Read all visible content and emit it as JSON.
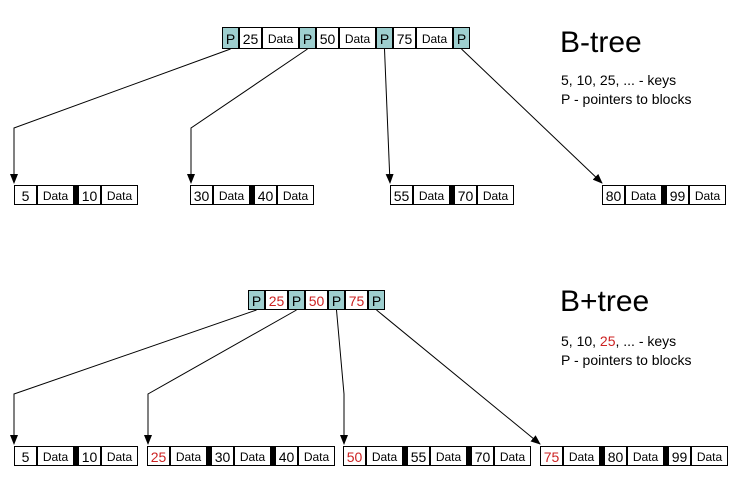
{
  "colors": {
    "pointer_fill": "#9ecfcf",
    "separator": "#000000",
    "highlight_key": "#cc2222",
    "text": "#000000"
  },
  "btree": {
    "title": "B-tree",
    "legend_keys_prefix": "5, 10, ",
    "legend_keys_highlight": "25",
    "legend_keys_suffix": ", ... - keys",
    "legend_pointers": "P - pointers to blocks",
    "root": [
      "P",
      "25",
      "Data",
      "P",
      "50",
      "Data",
      "P",
      "75",
      "Data",
      "P"
    ],
    "leaves": [
      [
        "5",
        "Data",
        "10",
        "Data"
      ],
      [
        "30",
        "Data",
        "40",
        "Data"
      ],
      [
        "55",
        "Data",
        "70",
        "Data"
      ],
      [
        "80",
        "Data",
        "99",
        "Data"
      ]
    ]
  },
  "bplustree": {
    "title": "B+tree",
    "legend_keys_prefix": "5, 10, ",
    "legend_keys_highlight": "25",
    "legend_keys_suffix": ", ... - keys",
    "legend_pointers": "P - pointers to blocks",
    "root": [
      "P",
      "25",
      "P",
      "50",
      "P",
      "75",
      "P"
    ],
    "root_highlight": [
      "25",
      "50",
      "75"
    ],
    "leaves": [
      [
        "5",
        "Data",
        "10",
        "Data"
      ],
      [
        "25",
        "Data",
        "30",
        "Data",
        "40",
        "Data"
      ],
      [
        "50",
        "Data",
        "55",
        "Data",
        "70",
        "Data"
      ],
      [
        "75",
        "Data",
        "80",
        "Data",
        "99",
        "Data"
      ]
    ],
    "leaf_highlight": [
      "25",
      "50",
      "75"
    ]
  }
}
